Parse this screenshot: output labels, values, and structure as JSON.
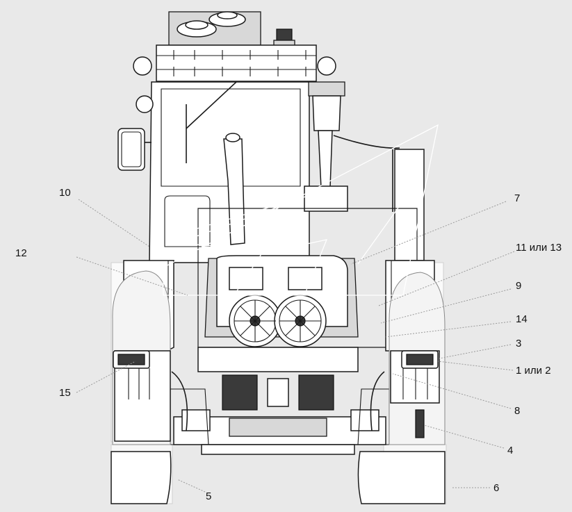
{
  "callouts": [
    {
      "id": "c1",
      "text": "1 или 2"
    },
    {
      "id": "c3",
      "text": "3"
    },
    {
      "id": "c4",
      "text": "4"
    },
    {
      "id": "c5",
      "text": "5"
    },
    {
      "id": "c6",
      "text": "6"
    },
    {
      "id": "c7",
      "text": "7"
    },
    {
      "id": "c8",
      "text": "8"
    },
    {
      "id": "c9",
      "text": "9"
    },
    {
      "id": "c10",
      "text": "10"
    },
    {
      "id": "c11",
      "text": "11 или 13"
    },
    {
      "id": "c12",
      "text": "12"
    },
    {
      "id": "c14",
      "text": "14"
    },
    {
      "id": "c15",
      "text": "15"
    }
  ]
}
